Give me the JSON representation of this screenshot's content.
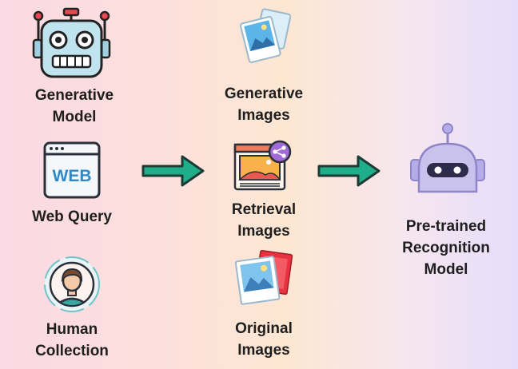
{
  "sources": [
    {
      "label": "Generative\nModel",
      "icon": "robot-icon"
    },
    {
      "label": "Web Query",
      "icon": "web-browser-icon"
    },
    {
      "label": "Human\nCollection",
      "icon": "person-avatar-icon"
    }
  ],
  "images": [
    {
      "label": "Generative\nImages",
      "icon": "photo-stack-icon"
    },
    {
      "label": "Retrieval\nImages",
      "icon": "shared-picture-icon"
    },
    {
      "label": "Original\nImages",
      "icon": "photo-frames-icon"
    }
  ],
  "web_icon_text": "WEB",
  "model": {
    "label": "Pre-trained\nRecognition\nModel",
    "icon": "bot-head-icon"
  },
  "colors": {
    "arrow": "#1fae8a",
    "arrow_outline": "#1e3a34",
    "robot_body": "#bfe3ef",
    "bot_head": "#c9c2ec"
  }
}
